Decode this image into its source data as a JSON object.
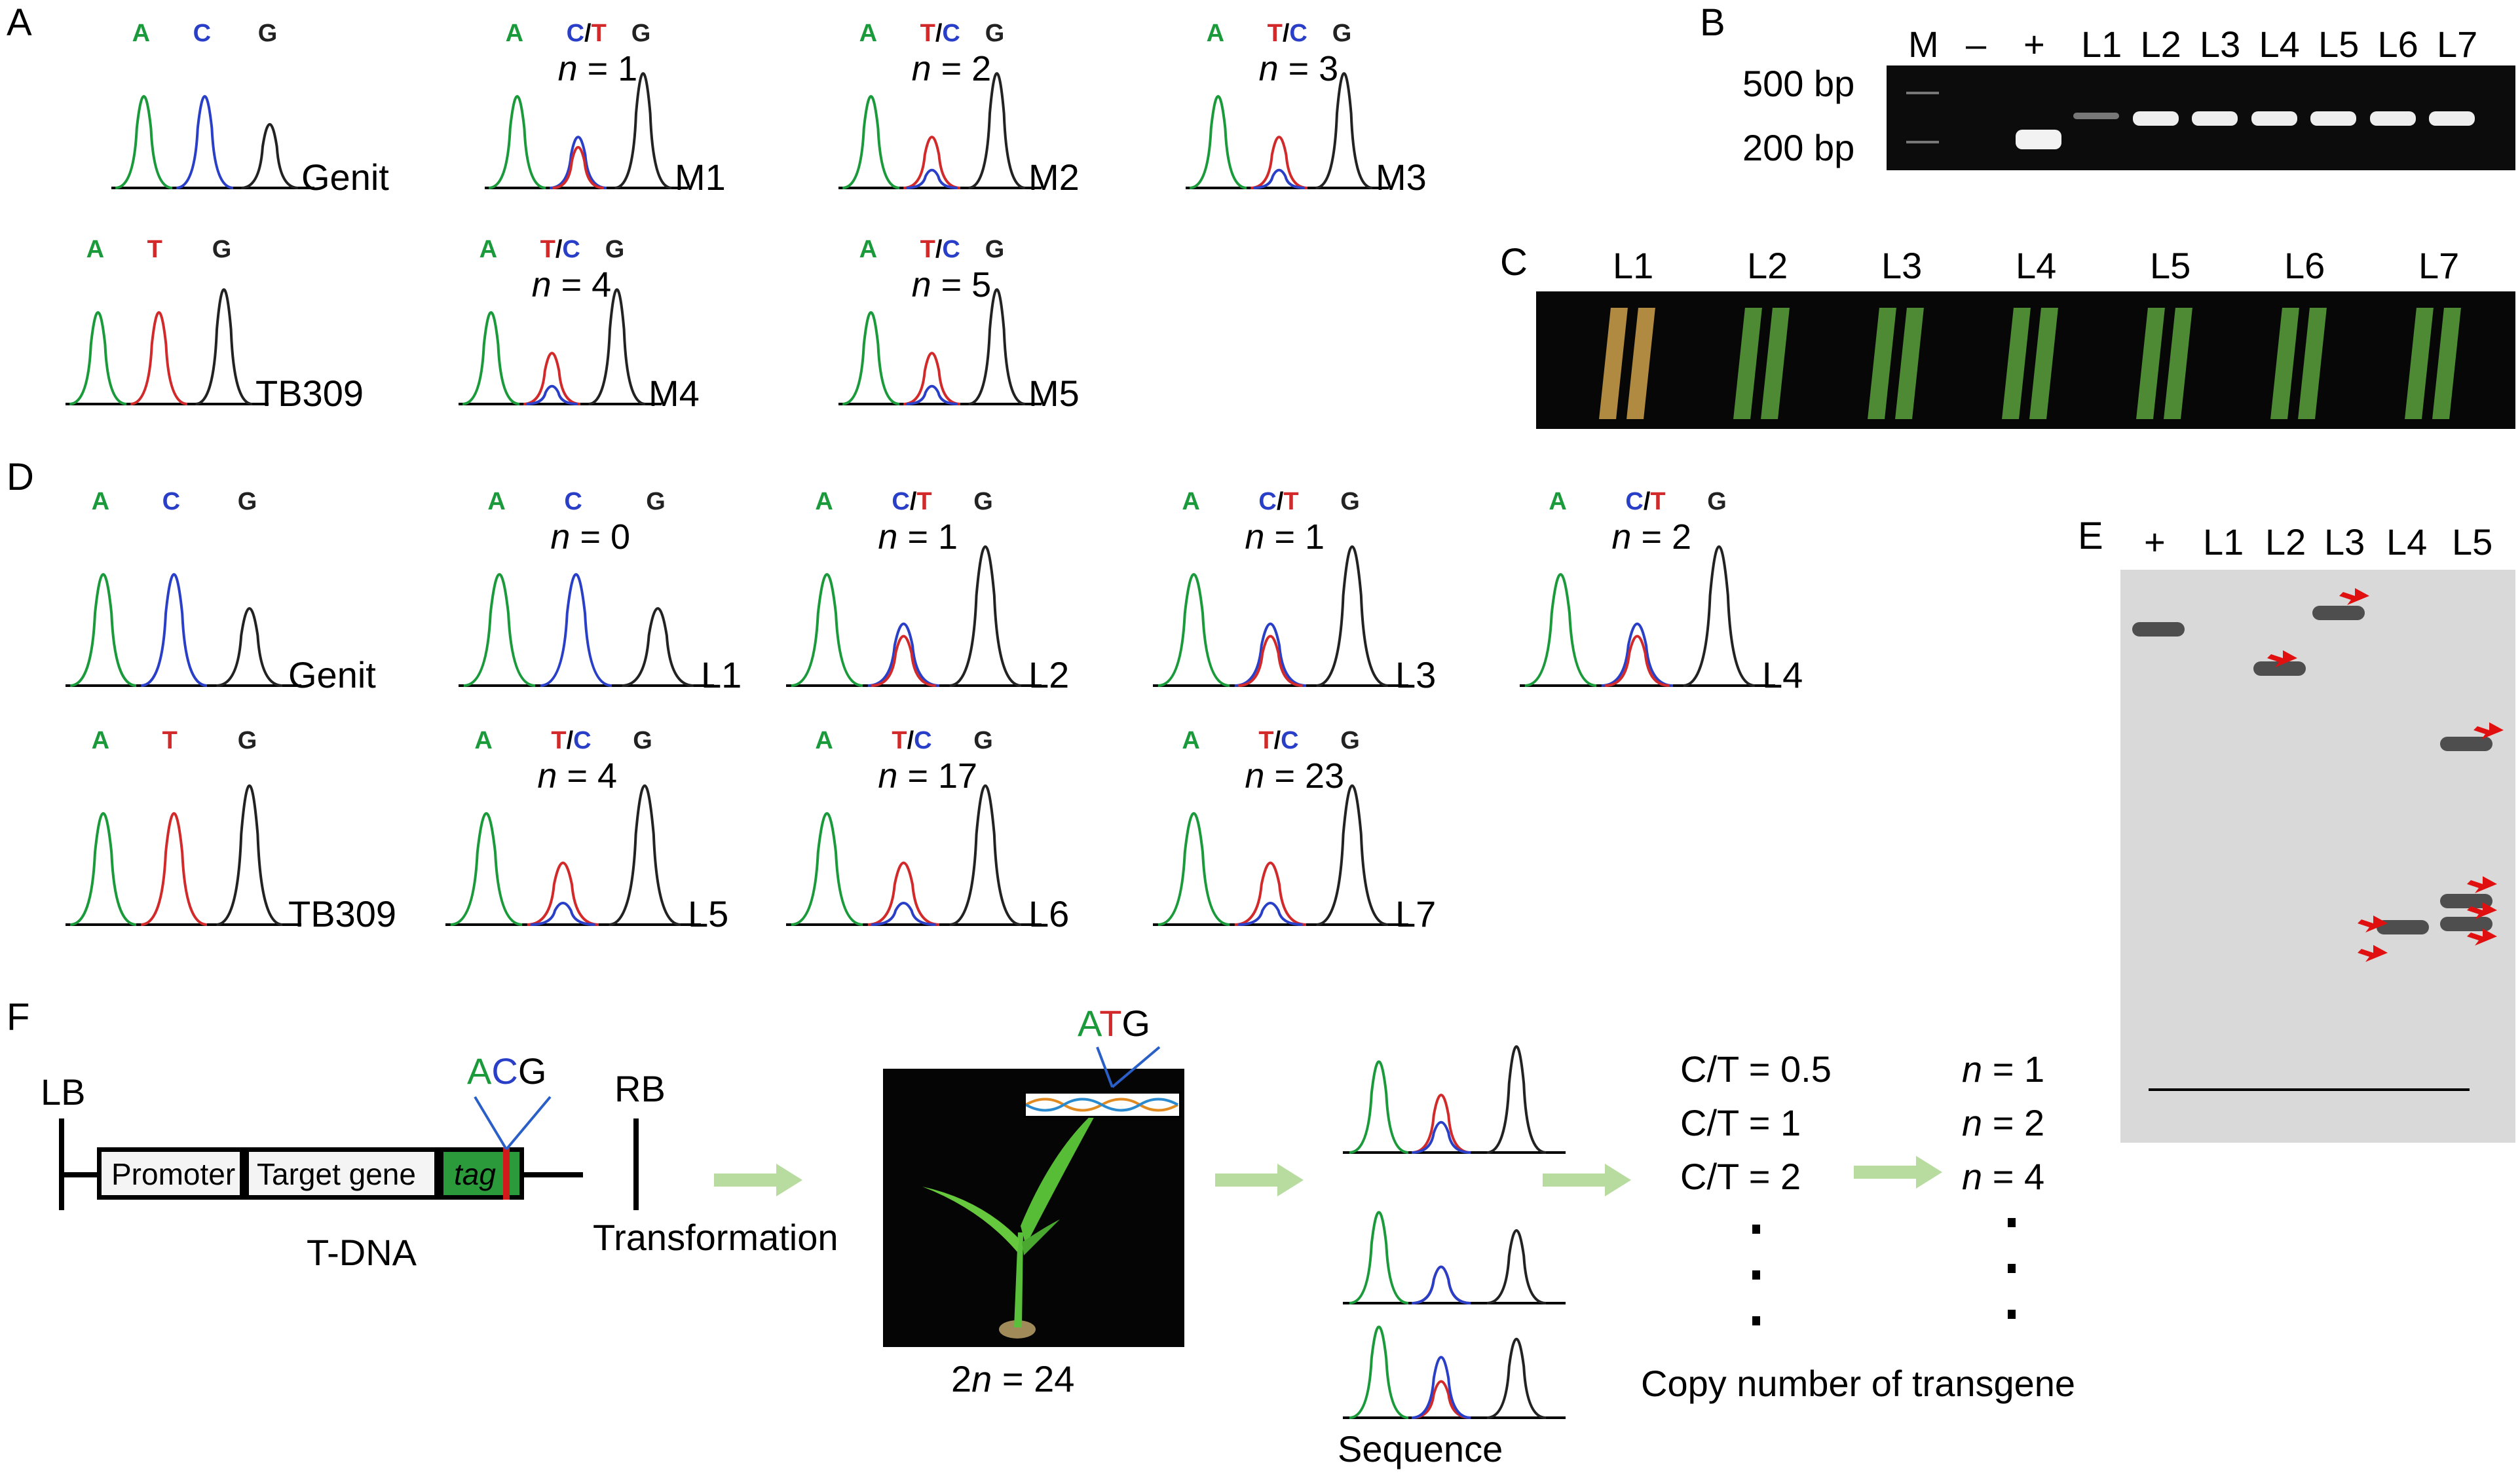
{
  "panels": {
    "A": "A",
    "B": "B",
    "C": "C",
    "D": "D",
    "E": "E",
    "F": "F"
  },
  "colors": {
    "A": "#1a9a3a",
    "C": "#2a3fc8",
    "T": "#d22a2a",
    "G": "#222222",
    "arrow": "#e01010",
    "flow_arrow": "#b8dca0"
  },
  "panelA": {
    "traces": [
      {
        "bases": [
          "A",
          "C",
          "G"
        ],
        "n": "",
        "label": "Genit"
      },
      {
        "bases": [
          "A",
          "C/T",
          "G"
        ],
        "n": " = 1",
        "label": "M1"
      },
      {
        "bases": [
          "A",
          "T/C",
          "G"
        ],
        "n": " = 2",
        "label": "M2"
      },
      {
        "bases": [
          "A",
          "T/C",
          "G"
        ],
        "n": " = 3",
        "label": "M3"
      },
      {
        "bases": [
          "A",
          "T",
          "G"
        ],
        "n": "",
        "label": "TB309"
      },
      {
        "bases": [
          "A",
          "T/C",
          "G"
        ],
        "n": " = 4",
        "label": "M4"
      },
      {
        "bases": [
          "A",
          "T/C",
          "G"
        ],
        "n": " = 5",
        "label": "M5"
      }
    ]
  },
  "panelB": {
    "lanes": [
      "M",
      "–",
      "+",
      "L1",
      "L2",
      "L3",
      "L4",
      "L5",
      "L6",
      "L7"
    ],
    "markers": [
      "500 bp",
      "200 bp"
    ]
  },
  "panelC": {
    "lanes": [
      "L1",
      "L2",
      "L3",
      "L4",
      "L5",
      "L6",
      "L7"
    ]
  },
  "panelD": {
    "traces": [
      {
        "bases": [
          "A",
          "C",
          "G"
        ],
        "n": "",
        "label": "Genit"
      },
      {
        "bases": [
          "A",
          "C",
          "G"
        ],
        "n": " = 0",
        "label": "L1"
      },
      {
        "bases": [
          "A",
          "C/T",
          "G"
        ],
        "n": " = 1",
        "label": "L2"
      },
      {
        "bases": [
          "A",
          "C/T",
          "G"
        ],
        "n": " = 1",
        "label": "L3"
      },
      {
        "bases": [
          "A",
          "C/T",
          "G"
        ],
        "n": " = 2",
        "label": "L4"
      },
      {
        "bases": [
          "A",
          "T",
          "G"
        ],
        "n": "",
        "label": "TB309"
      },
      {
        "bases": [
          "A",
          "T/C",
          "G"
        ],
        "n": " = 4",
        "label": "L5"
      },
      {
        "bases": [
          "A",
          "T/C",
          "G"
        ],
        "n": " = 17",
        "label": "L6"
      },
      {
        "bases": [
          "A",
          "T/C",
          "G"
        ],
        "n": " = 23",
        "label": "L7"
      }
    ]
  },
  "panelE": {
    "lanes": [
      "+",
      "L1",
      "L2",
      "L3",
      "L4",
      "L5"
    ]
  },
  "panelF": {
    "lb": "LB",
    "rb": "RB",
    "promoter": "Promoter",
    "target_gene": "Target gene",
    "tag": "tag",
    "codon_top": {
      "A": "A",
      "C": "C",
      "G": "G"
    },
    "tdna": "T-DNA",
    "transformation": "Transformation",
    "codon_plant": {
      "A": "A",
      "T": "T",
      "G": "G"
    },
    "ploidy": "2n = 24",
    "ploidy_parts": {
      "pre": "2",
      "n": "n",
      "post": " = 24"
    },
    "sequence": "Sequence",
    "ratios": [
      "C/T = 0.5",
      "C/T = 1",
      "C/T = 2"
    ],
    "copies": [
      " = 1",
      " = 2",
      " = 4"
    ],
    "copy_label": "Copy number of transgene"
  }
}
